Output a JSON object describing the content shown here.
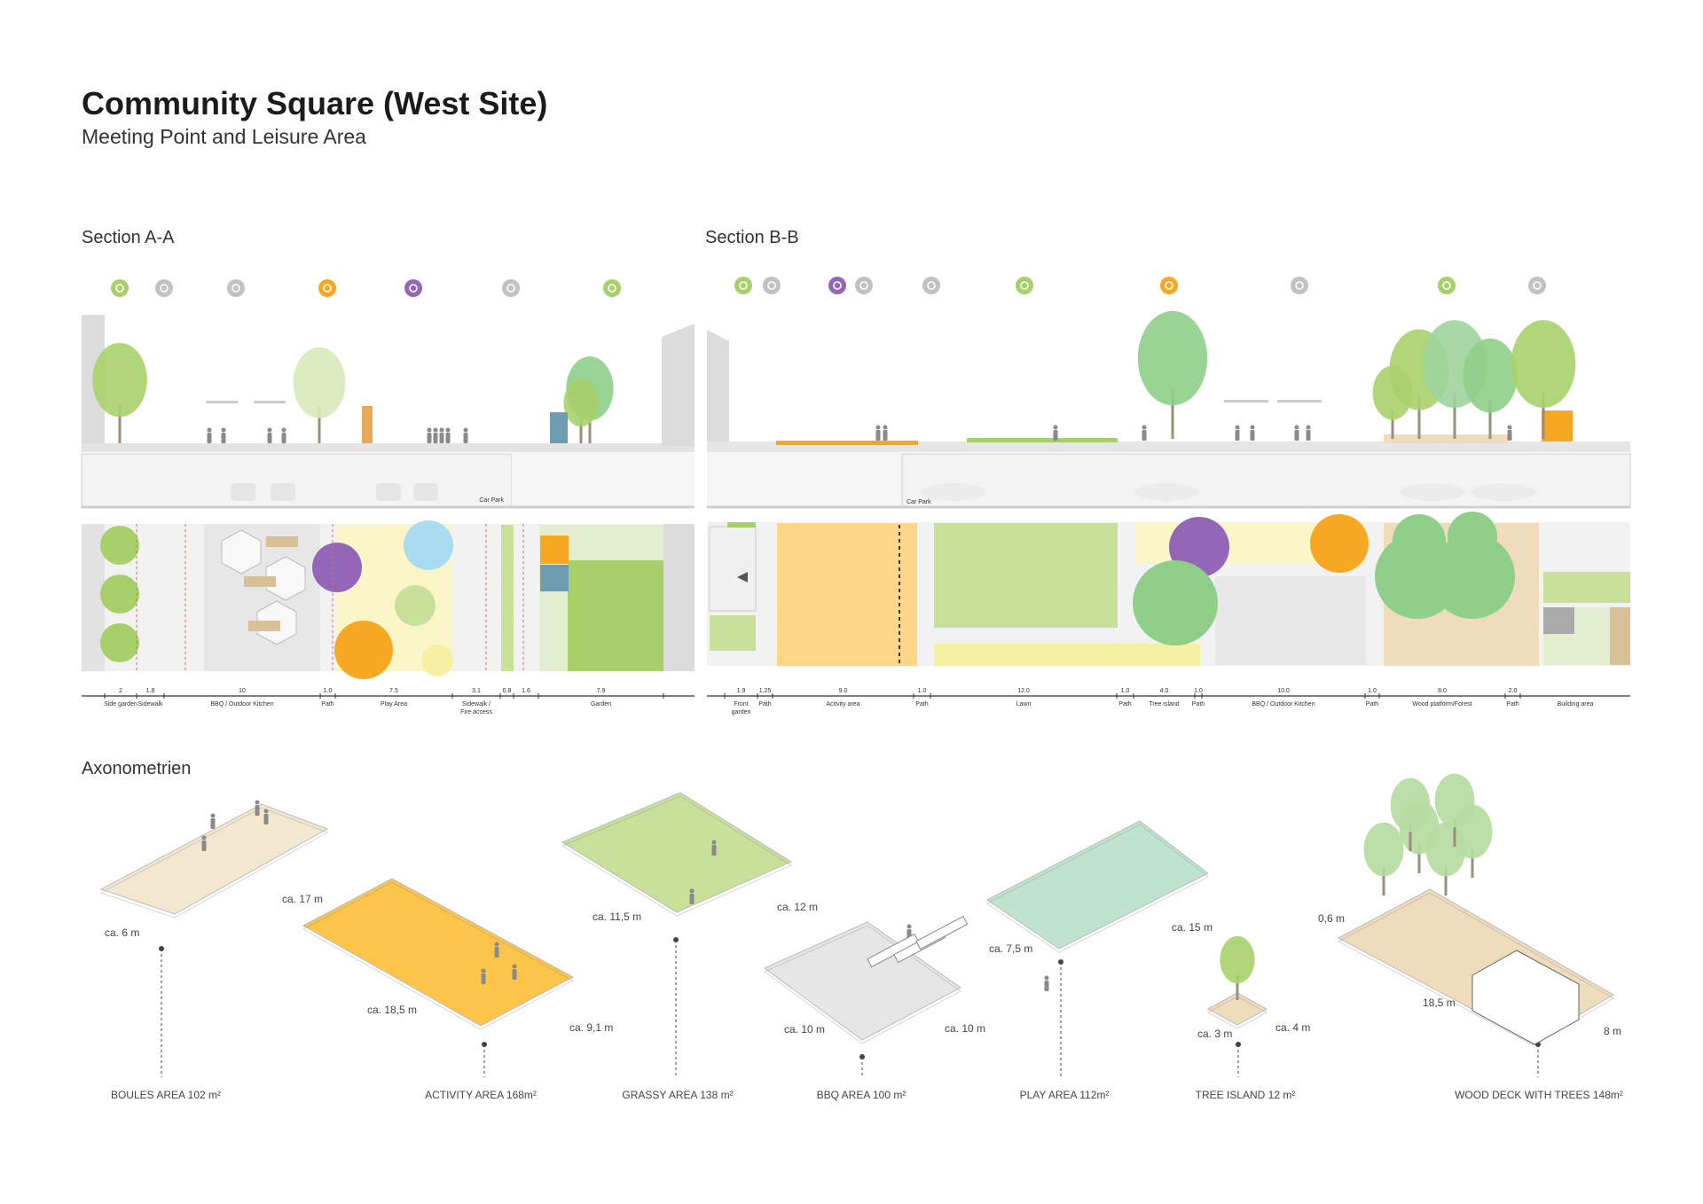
{
  "header": {
    "title": "Community Square (West Site)",
    "subtitle": "Meeting Point and Leisure Area"
  },
  "colors": {
    "green": "#a8d06a",
    "grey": "#c2c2c2",
    "orange": "#f7a823",
    "purple": "#9466b8",
    "lawn": "#c8e09a",
    "activity": "#fdd68a",
    "play": "#fbf6c8",
    "deck": "#eedcbd"
  },
  "section_a": {
    "title": "Section A-A",
    "icons": [
      {
        "name": "tree-icon",
        "color": "#a8d06a"
      },
      {
        "name": "pedestrian-icon",
        "color": "#c2c2c2"
      },
      {
        "name": "picnic-table-icon",
        "color": "#c2c2c2"
      },
      {
        "name": "ball-icon",
        "color": "#f7a823"
      },
      {
        "name": "playground-icon",
        "color": "#9466b8"
      },
      {
        "name": "pedestrian-icon",
        "color": "#c2c2c2"
      },
      {
        "name": "tree-icon",
        "color": "#a8d06a"
      }
    ],
    "car_park_label": "Car Park",
    "dimensions": [
      {
        "value": "2",
        "label": "Side garden"
      },
      {
        "value": "1.8",
        "label": "Sidewalk"
      },
      {
        "value": "10",
        "label": "BBQ / Outdoor Kitchen"
      },
      {
        "value": "1.0",
        "label": "Path"
      },
      {
        "value": "7.5",
        "label": "Play Area"
      },
      {
        "value": "3.1",
        "label": "Sidewalk / Fire access"
      },
      {
        "value": "0.8",
        "label": ""
      },
      {
        "value": "1.6",
        "label": ""
      },
      {
        "value": "7.9",
        "label": "Garden"
      }
    ]
  },
  "section_b": {
    "title": "Section B-B",
    "icons": [
      {
        "name": "tree-icon",
        "color": "#a8d06a"
      },
      {
        "name": "pedestrian-icon",
        "color": "#c2c2c2"
      },
      {
        "name": "playground-icon",
        "color": "#9466b8"
      },
      {
        "name": "pedestrian-icon",
        "color": "#c2c2c2"
      },
      {
        "name": "pedestrian-icon",
        "color": "#c2c2c2"
      },
      {
        "name": "crown-icon",
        "color": "#a8d06a"
      },
      {
        "name": "ball-icon",
        "color": "#f7a823"
      },
      {
        "name": "picnic-table-icon",
        "color": "#c2c2c2"
      },
      {
        "name": "tree-icon",
        "color": "#a8d06a"
      },
      {
        "name": "pedestrian-icon",
        "color": "#c2c2c2"
      }
    ],
    "car_park_label": "Car Park",
    "dimensions": [
      {
        "value": "1.9",
        "label": "Front garden"
      },
      {
        "value": "1.25",
        "label": "Path"
      },
      {
        "value": "9.0",
        "label": "Activity area"
      },
      {
        "value": "1.0",
        "label": "Path"
      },
      {
        "value": "12.0",
        "label": "Lawn"
      },
      {
        "value": "1.0",
        "label": "Path"
      },
      {
        "value": "4.0",
        "label": "Tree island"
      },
      {
        "value": "1.0",
        "label": "Path"
      },
      {
        "value": "10.0",
        "label": "BBQ / Outdoor Kitchen"
      },
      {
        "value": "1.0",
        "label": "Path"
      },
      {
        "value": "8.0",
        "label": "Wood platform/Forest"
      },
      {
        "value": "2.0",
        "label": "Path"
      },
      {
        "value": "",
        "label": "Building area"
      }
    ]
  },
  "axonometry": {
    "title": "Axonometrien",
    "areas": [
      {
        "label": "BOULES AREA 102 m²",
        "dims": [
          "ca. 6 m",
          "ca. 17 m"
        ],
        "color": "#f3e8cf"
      },
      {
        "label": "ACTIVITY AREA 168m²",
        "dims": [
          "ca. 18,5 m",
          "ca. 9,1 m"
        ],
        "color": "#fcc54a"
      },
      {
        "label": "GRASSY AREA 138 m²",
        "dims": [
          "ca. 11,5 m",
          "ca. 12 m"
        ],
        "color": "#c8e09a"
      },
      {
        "label": "BBQ AREA 100 m²",
        "dims": [
          "ca. 10 m",
          "ca. 10 m"
        ],
        "color": "#e6e6e6"
      },
      {
        "label": "PLAY AREA 112m²",
        "dims": [
          "ca. 7,5 m",
          "ca. 15 m"
        ],
        "color": "#bfe3cf"
      },
      {
        "label": "TREE ISLAND 12 m²",
        "dims": [
          "ca. 3 m",
          "ca. 4 m"
        ],
        "color": "#eedcbd"
      },
      {
        "label": "WOOD DECK WITH TREES 148m²",
        "dims": [
          "0,6 m",
          "18,5 m",
          "8 m"
        ],
        "color": "#eedcbd"
      }
    ]
  }
}
